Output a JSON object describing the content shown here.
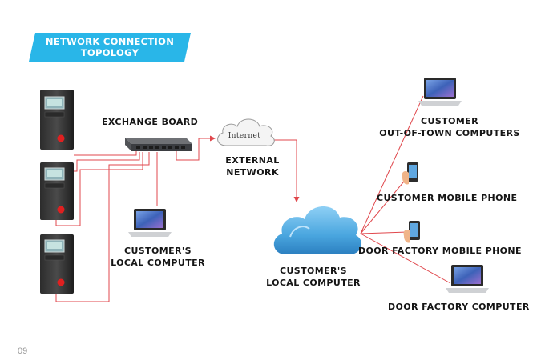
{
  "title": {
    "line1": "NETWORK CONNECTION",
    "line2": "TOPOLOGY"
  },
  "labels": {
    "exchange_board": "EXCHANGE BOARD",
    "internet": "Internet",
    "external_network": {
      "line1": "EXTERNAL",
      "line2": "NETWORK"
    },
    "customer_local_computer": {
      "line1": "CUSTOMER'S",
      "line2": "LOCAL COMPUTER"
    },
    "cloud_local_computer": {
      "line1": "CUSTOMER'S",
      "line2": "LOCAL COMPUTER"
    },
    "customer_out_of_town": {
      "line1": "CUSTOMER",
      "line2": "OUT-OF-TOWN COMPUTERS"
    },
    "customer_mobile_phone": "CUSTOMER MOBILE PHONE",
    "door_factory_mobile_phone": "DOOR FACTORY MOBILE PHONE",
    "door_factory_computer": "DOOR FACTORY COMPUTER"
  },
  "page_number": "09",
  "colors": {
    "banner": "#29b6e8",
    "connector": "#e0474c",
    "cloud": "#4aa6df",
    "screen": "#4a79c8"
  },
  "icons": [
    "controller-cabinet-icon",
    "network-switch-icon",
    "internet-cloud-icon",
    "laptop-icon",
    "cloud-icon",
    "mobile-phone-icon"
  ]
}
